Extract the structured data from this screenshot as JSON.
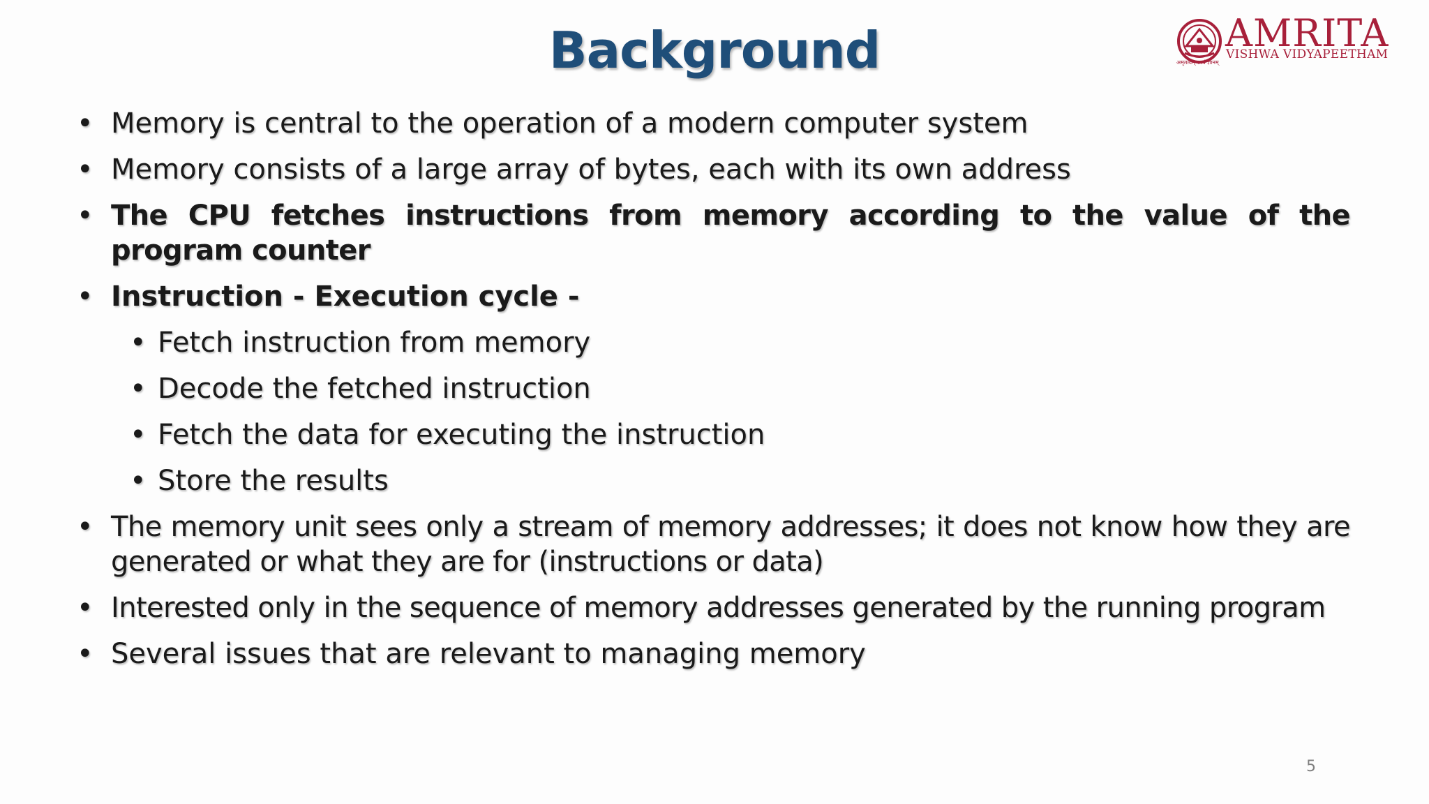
{
  "slide": {
    "title": "Background",
    "page_number": "5",
    "title_color": "#1f4e79",
    "logo_color": "#a8203a"
  },
  "logo": {
    "icon": "amrita-emblem-icon",
    "name": "AMRITA",
    "subtitle": "VISHWA VIDYAPEETHAM",
    "motto": "अमृतत्वम् सत्यं ज्ञानम्"
  },
  "bullet_symbol": "•",
  "bullets": [
    {
      "text": "Memory is central to the operation of a modern computer system",
      "level": 1,
      "bold": false
    },
    {
      "text": "Memory consists of a large array of bytes, each with its own address",
      "level": 1,
      "bold": false
    },
    {
      "text": "The CPU fetches instructions from memory according to the value of the program counter",
      "level": 1,
      "bold": true
    },
    {
      "text": "Instruction - Execution cycle -",
      "level": 1,
      "bold": true
    },
    {
      "text": "Fetch instruction from memory",
      "level": 2,
      "bold": false
    },
    {
      "text": "Decode the fetched instruction",
      "level": 2,
      "bold": false
    },
    {
      "text": "Fetch the data for executing the instruction",
      "level": 2,
      "bold": false
    },
    {
      "text": "Store the results",
      "level": 2,
      "bold": false
    },
    {
      "text": "The memory unit sees only a stream of memory addresses; it does not know how they are generated or what they are for (instructions or data)",
      "level": 1,
      "bold": false
    },
    {
      "text": "Interested only in the sequence of memory addresses generated by the running program",
      "level": 1,
      "bold": false
    },
    {
      "text": "Several issues that are relevant to managing memory",
      "level": 1,
      "bold": false
    }
  ]
}
